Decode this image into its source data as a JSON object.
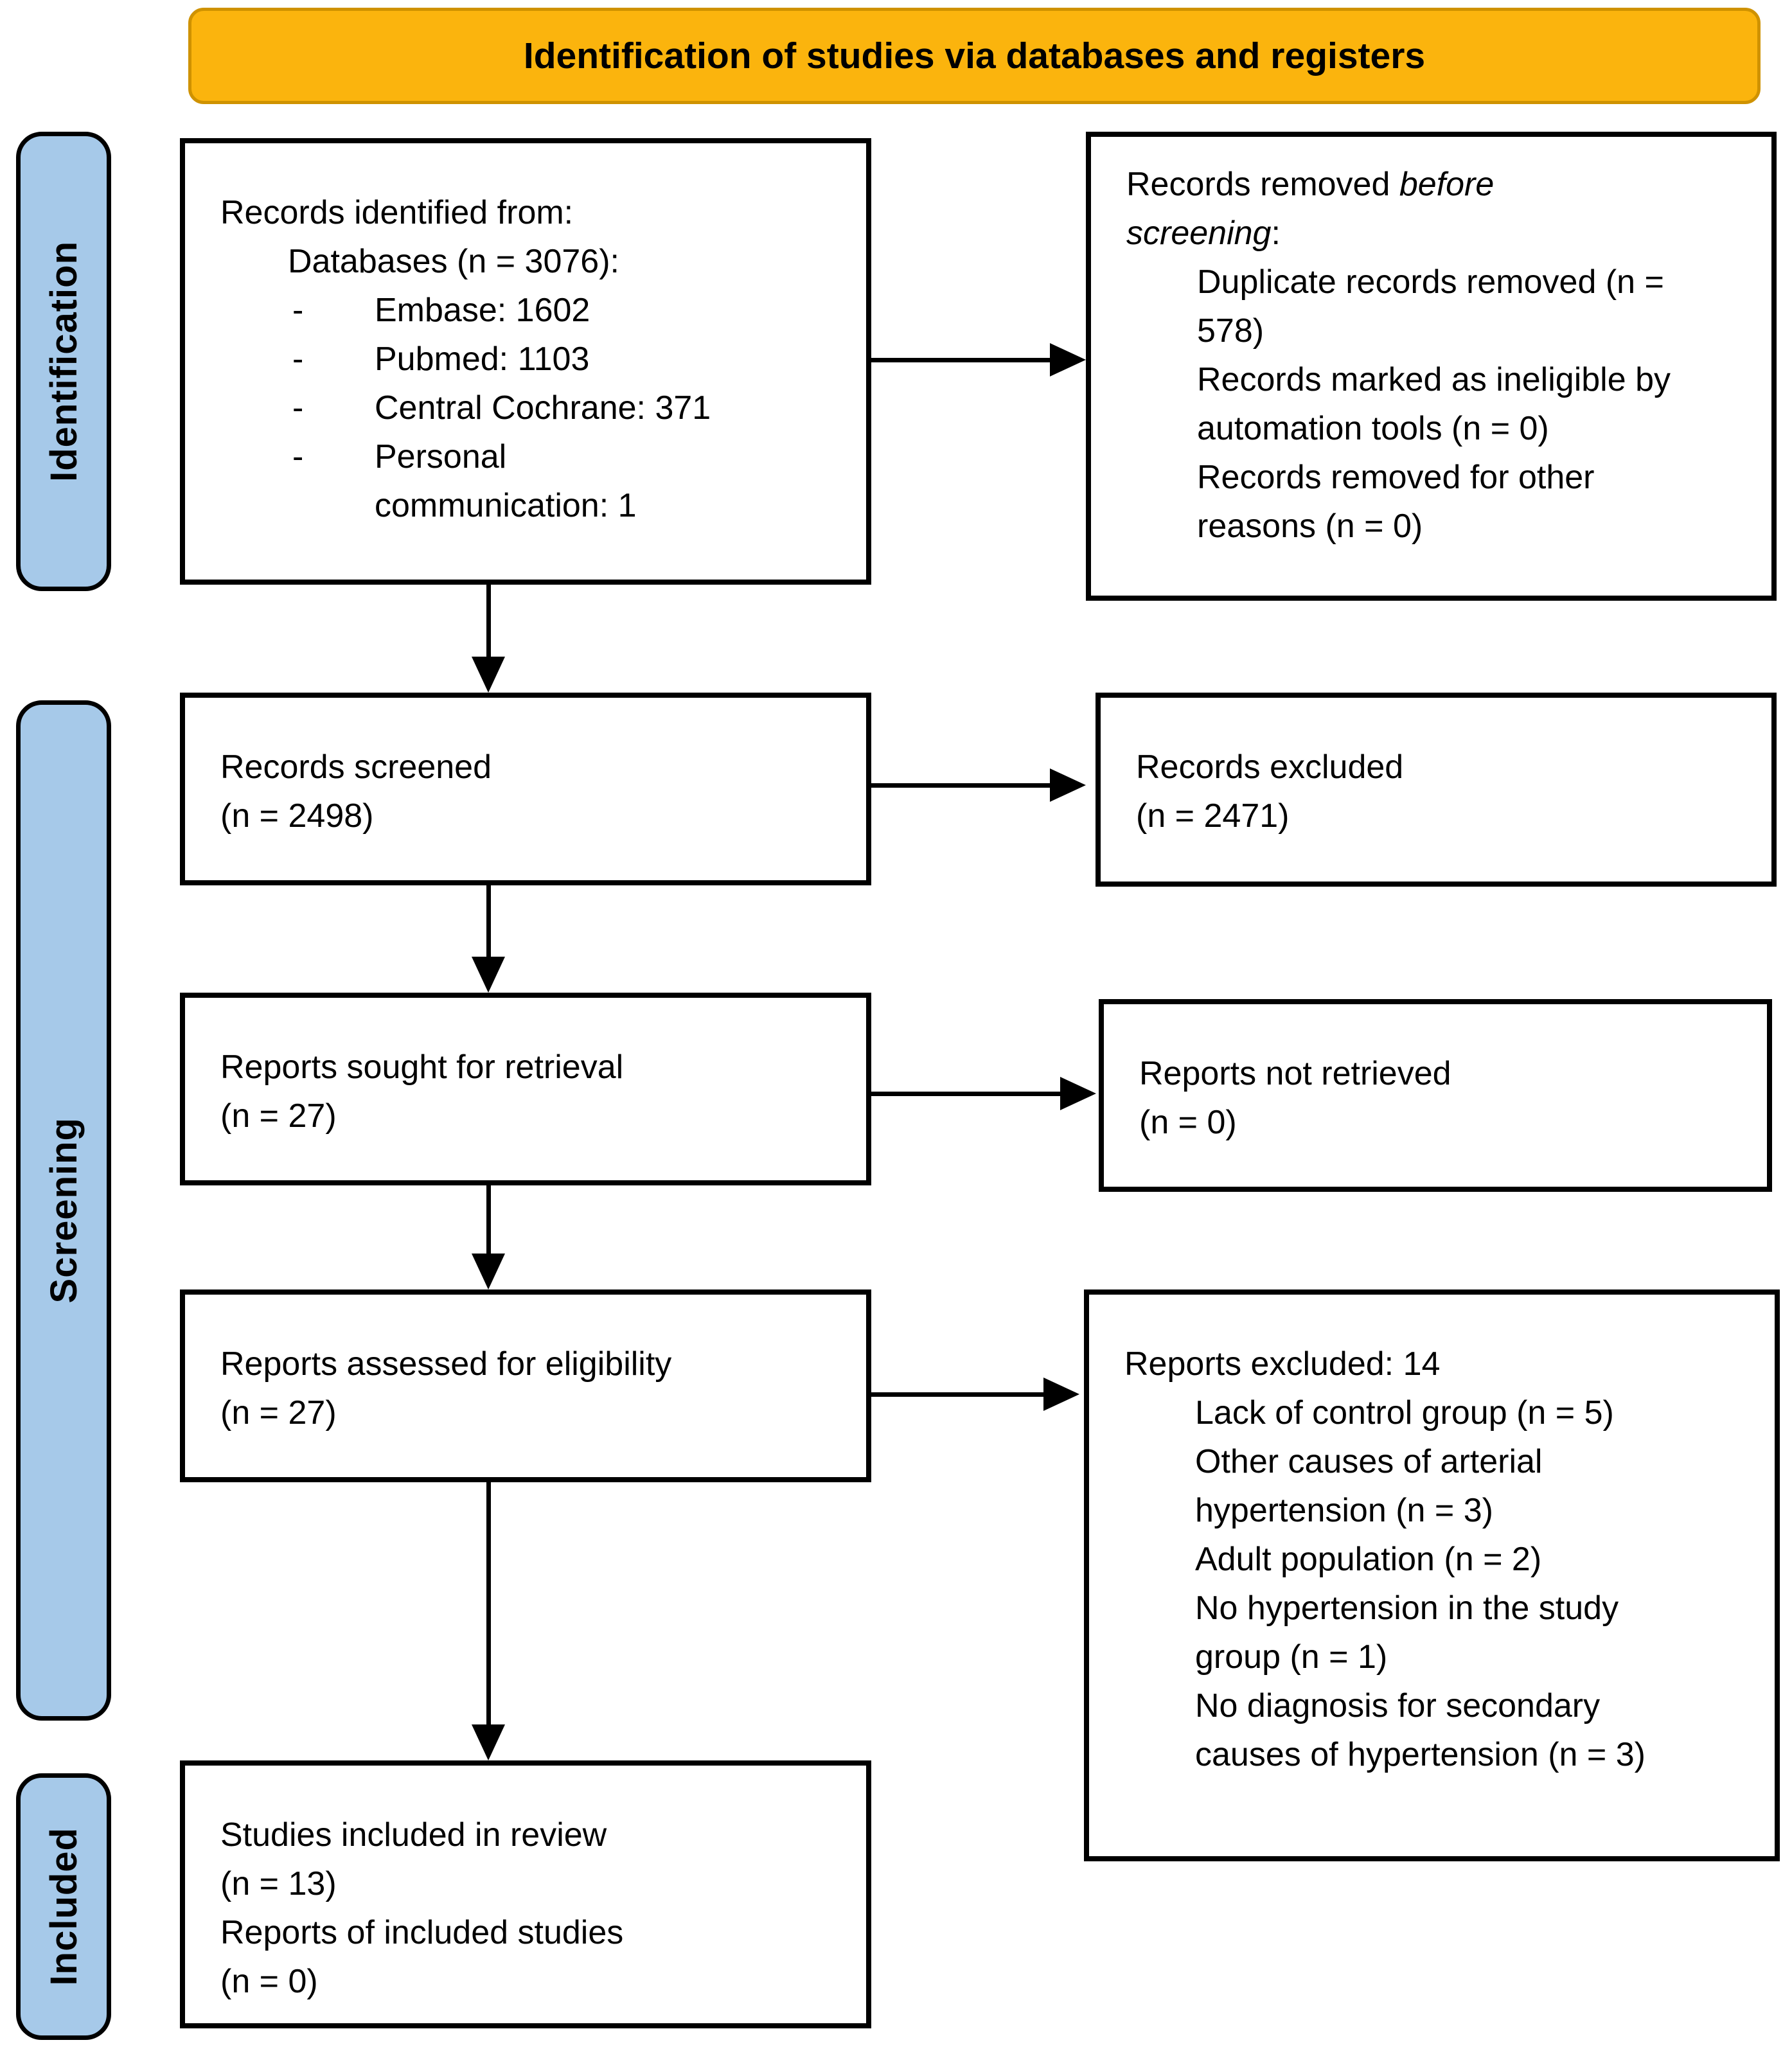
{
  "colors": {
    "banner_bg": "#FBB40D",
    "banner_border": "#CF9200",
    "sidebar_bg": "#A6C9E9",
    "line": "#000000"
  },
  "banner": {
    "title": "Identification of studies via databases and registers"
  },
  "sidebar": {
    "identification": "Identification",
    "screening": "Screening",
    "included": "Included"
  },
  "nodes": {
    "records_identified": {
      "title": "Records identified from:",
      "subtitle": "Databases (n = 3076):",
      "bullet_marker": "-",
      "bullets": [
        "Embase: 1602",
        "Pubmed: 1103",
        "Central Cochrane: 371",
        "Personal communication: 1"
      ]
    },
    "records_removed": {
      "prefix": "Records removed ",
      "italic": "before screening",
      "suffix": ":",
      "items": [
        "Duplicate records removed (n = 578)",
        "Records marked as ineligible by automation tools (n = 0)",
        "Records removed for other reasons (n = 0)"
      ]
    },
    "records_screened": {
      "line1": "Records screened",
      "line2": "(n = 2498)"
    },
    "records_excluded": {
      "line1": "Records excluded",
      "line2": "(n = 2471)"
    },
    "reports_sought": {
      "line1": "Reports sought for retrieval",
      "line2": "(n = 27)"
    },
    "reports_not_retrieved": {
      "line1": "Reports not retrieved",
      "line2": "(n = 0)"
    },
    "reports_assessed": {
      "line1": "Reports assessed for eligibility",
      "line2": "(n = 27)"
    },
    "reports_excluded": {
      "title": "Reports excluded: 14",
      "items": [
        "Lack of control group (n = 5)",
        "Other causes of arterial hypertension (n = 3)",
        "Adult population (n = 2)",
        "No hypertension in the study group (n = 1)",
        "No diagnosis for secondary causes of hypertension (n = 3)"
      ]
    },
    "studies_included": {
      "line1": "Studies included in review",
      "line2": "(n = 13)",
      "line3": "Reports of included studies",
      "line4": "(n = 0)"
    }
  }
}
